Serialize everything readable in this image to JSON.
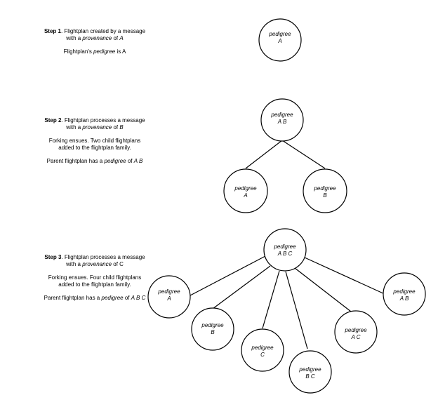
{
  "steps": [
    {
      "number": "Step 1",
      "lines": [
        {
          "pre": ". Flightplan created by a message with a ",
          "em": "provenance",
          "post": " of ",
          "em2": "A"
        },
        {
          "pre": "Flightplan's ",
          "em": "pedigree",
          "post": " is A",
          "em2": ""
        }
      ]
    },
    {
      "number": "Step 2",
      "lines": [
        {
          "pre": ". Flightplan processes a message with a ",
          "em": "provenance",
          "post": " of ",
          "em2": "B"
        },
        {
          "pre": "Forking ensues. Two child flightplans added to the flightplan family.",
          "em": "",
          "post": "",
          "em2": ""
        },
        {
          "pre": "Parent flightplan has a ",
          "em": "pedigree",
          "post": " of ",
          "em2": "A B"
        }
      ]
    },
    {
      "number": "Step 3",
      "lines": [
        {
          "pre": ". Flightplan processes a message with a ",
          "em": "provenance",
          "post": " of C",
          "em2": ""
        },
        {
          "pre": "Forking ensues. Four child flightplans added to the flightplan family.",
          "em": "",
          "post": "",
          "em2": ""
        },
        {
          "pre": "Parent flightplan has a ",
          "em": "pedigree",
          "post": " of ",
          "em2": "A B C"
        }
      ]
    }
  ],
  "node_label": "pedigree",
  "nodes": {
    "s1_root": "A",
    "s2_root": "A B",
    "s2_a": "A",
    "s2_b": "B",
    "s3_root": "A B C",
    "s3_a": "A",
    "s3_b": "B",
    "s3_c": "C",
    "s3_bc": "B C",
    "s3_ac": "A C",
    "s3_ab": "A B"
  }
}
